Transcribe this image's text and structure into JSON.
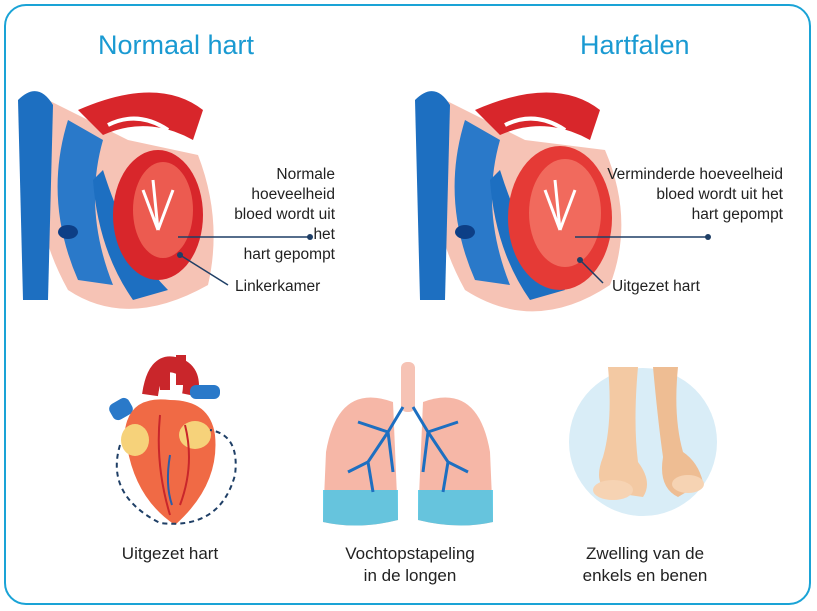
{
  "colors": {
    "frame": "#1aa3d6",
    "title": "#1a9ad2",
    "blood_blue": "#1d6fc1",
    "blood_red": "#d8262b",
    "heart_pink": "#f6b7a7"
  },
  "panels": {
    "normal": {
      "title": "Normaal hart",
      "callout_pump": "Normale hoeveelheid\nbloed wordt uit het\nhart gepompt",
      "callout_chamber": "Linkerkamer"
    },
    "failure": {
      "title": "Hartfalen",
      "callout_pump": "Verminderde hoeveelheid\nbloed wordt uit het\nhart gepompt",
      "callout_chamber": "Uitgezet hart"
    }
  },
  "symptoms": [
    {
      "caption": "Uitgezet hart",
      "icon": "enlarged-heart-icon"
    },
    {
      "caption": "Vochtopstapeling\nin de longen",
      "icon": "lungs-fluid-icon"
    },
    {
      "caption": "Zwelling van de\nenkels en benen",
      "icon": "swollen-feet-icon"
    }
  ]
}
